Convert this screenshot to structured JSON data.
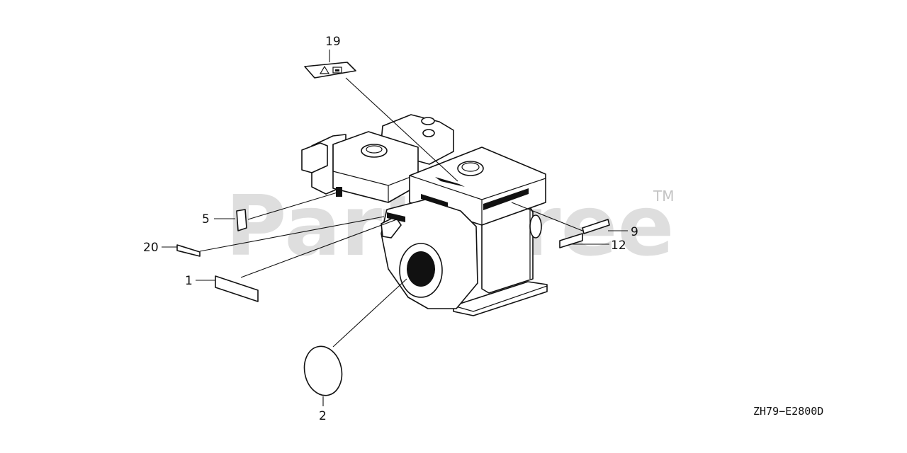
{
  "watermark": {
    "text": "PartsTree",
    "trademark": "TM",
    "color": "#d4d4d4"
  },
  "callouts": [
    {
      "id": "19",
      "label": "19"
    },
    {
      "id": "5",
      "label": "5"
    },
    {
      "id": "20",
      "label": "20"
    },
    {
      "id": "1",
      "label": "1"
    },
    {
      "id": "2",
      "label": "2"
    },
    {
      "id": "9",
      "label": "9"
    },
    {
      "id": "12",
      "label": "12"
    }
  ],
  "drawing_code": "ZH79−E2800D",
  "colors": {
    "ink": "#111111",
    "background": "#ffffff"
  }
}
